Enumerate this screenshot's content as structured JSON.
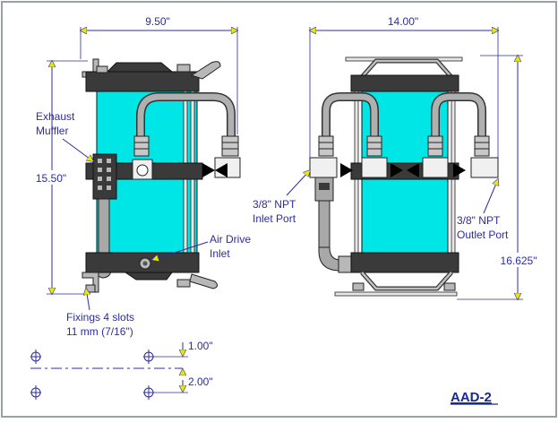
{
  "title": "AAD-2",
  "colors": {
    "cylinder": "#00e5e5",
    "cap": "#3a3a3a",
    "metal": "#b8b8b8",
    "tube": "#a8a8a8",
    "frame": "#e6e6e6",
    "dim_line": "#2c2ca0",
    "arrow": "#e8e800",
    "text": "#2c2ca0"
  },
  "dimensions": {
    "side_width": "9.50\"",
    "side_height": "15.50\"",
    "front_width": "14.00\"",
    "front_height": "16.625\"",
    "slot_spacing_1": "1.00\"",
    "slot_spacing_2": "2.00\""
  },
  "labels": {
    "exhaust_line1": "Exhaust",
    "exhaust_line2": "Muffler",
    "air_drive_line1": "Air Drive",
    "air_drive_line2": "Inlet",
    "fixings_line1": "Fixings 4 slots",
    "fixings_line2": "11 mm (7/16\")",
    "inlet_line1": "3/8\" NPT",
    "inlet_line2": "Inlet Port",
    "outlet_line1": "3/8\" NPT",
    "outlet_line2": "Outlet Port"
  },
  "icons": [
    "mounting-hole-icon"
  ]
}
